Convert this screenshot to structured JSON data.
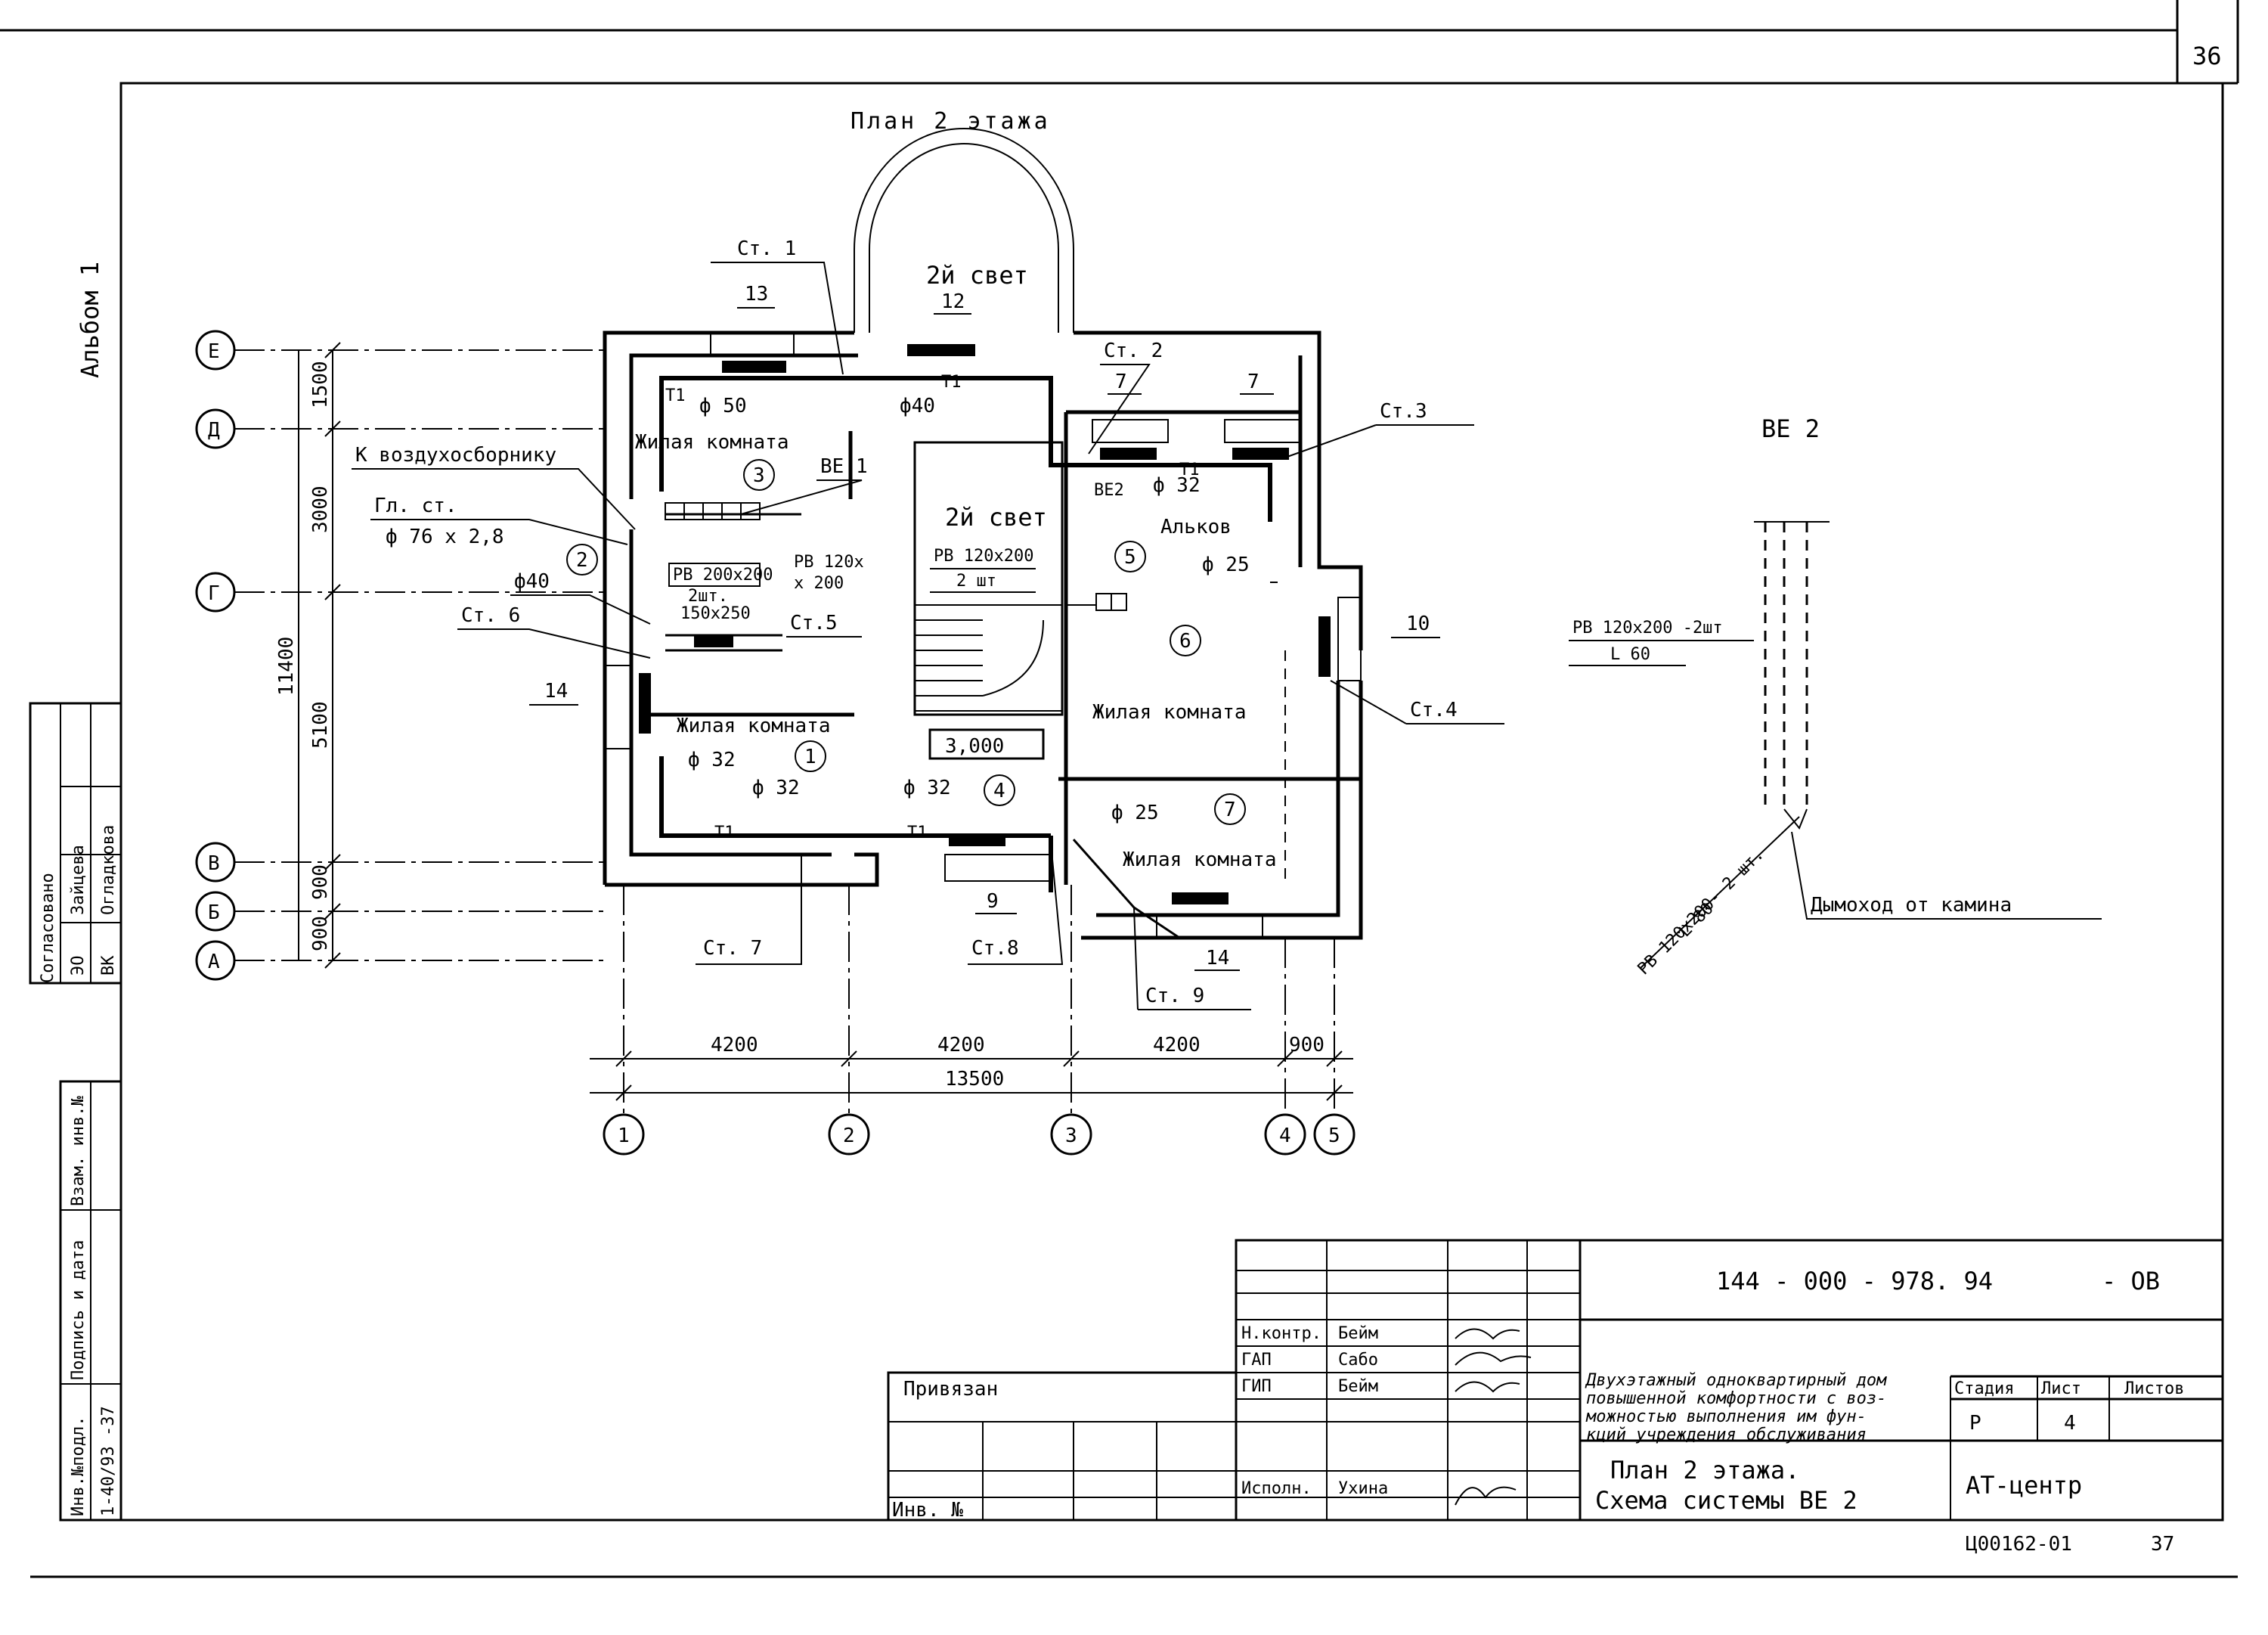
{
  "sheet_number": "36",
  "album": "Альбом 1",
  "plan_title": "План 2 этажа",
  "schema_title": "ВЕ 2",
  "axes_rows": [
    "Е",
    "Д",
    "Г",
    "В",
    "Б",
    "А"
  ],
  "axes_cols": [
    "1",
    "2",
    "3",
    "4",
    "5"
  ],
  "dims_vertical": [
    "1500",
    "3000",
    "5100",
    "900",
    "900"
  ],
  "dim_total_vertical": "11400",
  "dims_horizontal": [
    "4200",
    "4200",
    "4200",
    "900"
  ],
  "dim_total_horizontal": "13500",
  "rooms": {
    "r1": "Жилая комната",
    "r2": "Жилая комната",
    "r3": "Жилая комната",
    "r4": "Жилая комната",
    "alcove": "Альков",
    "second_light_top": "2й свет",
    "second_light_mid": "2й свет"
  },
  "room_numbers": [
    "1",
    "2",
    "3",
    "4",
    "5",
    "6",
    "7"
  ],
  "window_marks": [
    "13",
    "12",
    "7",
    "7",
    "10",
    "14",
    "14",
    "9"
  ],
  "stacks": [
    "Ст. 1",
    "Ст. 2",
    "Ст.3",
    "Ст.4",
    "Ст.5",
    "Ст. 6",
    "Ст. 7",
    "Ст.8",
    "Ст. 9",
    "Гл. ст."
  ],
  "labels": {
    "to_collector": "К воздухосборнику",
    "main_stack_size": "ф 76 х 2,8",
    "ve1": "ВЕ 1",
    "ve2": "ВЕ2",
    "rv200": "РВ 200х200",
    "two_pcs": "2шт.",
    "size150": "150х250",
    "rv120a": "РВ 120х",
    "rv120b": "х 200",
    "rv_stair": "РВ 120х200",
    "rv_stair_qty": "2 шт",
    "level": "3,000",
    "t1": "Т1"
  },
  "pipe_sizes": [
    "ф 50",
    "ф40",
    "ф40",
    "ф 32",
    "ф 32",
    "ф 32",
    "ф 32",
    "ф 25",
    "ф 25"
  ],
  "schema": {
    "rv_top": "РВ 120х200 -2шт",
    "l_top": "L 60",
    "rv_bottom": "РВ 120х200- 2 шт.",
    "l_bottom": "L 80",
    "chimney": "Дымоход от камина"
  },
  "approval": {
    "title": "Согласовано",
    "rows": [
      {
        "dept": "ЭО",
        "name": "Зайцева"
      },
      {
        "dept": "ВК",
        "name": "Огладкова"
      }
    ]
  },
  "side_columns": [
    "Взам. инв.№",
    "Подпись и дата",
    "Инв.№подл."
  ],
  "inv_number": "1-40/93 -37",
  "title_block": {
    "code": "144 - 000 - 978. 94",
    "suffix": "- ОВ",
    "privyazan": "Привязан",
    "inv_no": "Инв. №",
    "roles": [
      {
        "role": "Н.контр.",
        "name": "Бейм"
      },
      {
        "role": "ГАП",
        "name": "Сабо"
      },
      {
        "role": "ГИП",
        "name": "Бейм"
      },
      {
        "role": "Исполн.",
        "name": "Ухина"
      }
    ],
    "project_lines": [
      "Двухэтажный одноквартирный дом",
      "повышенной комфортности с воз-",
      "можностью выполнения им фун-",
      "кций учреждения обслуживания"
    ],
    "stage_header": "Стадия",
    "sheet_header": "Лист",
    "sheets_header": "Листов",
    "stage": "Р",
    "sheet": "4",
    "drawing_title_1": "План 2 этажа.",
    "drawing_title_2": "Схема системы ВЕ 2",
    "org": "АТ-центр",
    "bottom_code": "Ц00162-01",
    "bottom_num": "37"
  }
}
